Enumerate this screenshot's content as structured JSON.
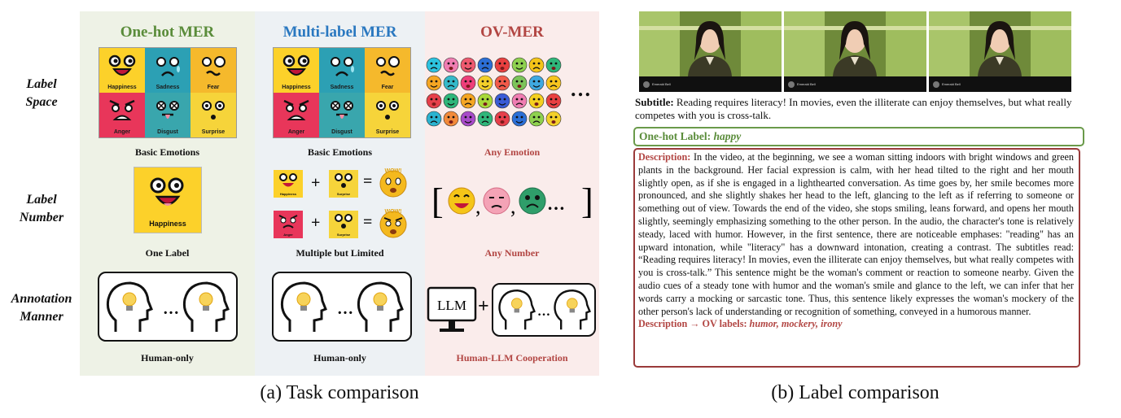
{
  "task_comparison": {
    "columns": [
      {
        "title": "One-hot MER",
        "label_space_caption": "Basic Emotions",
        "label_number_caption": "One Label",
        "annotation_caption": "Human-only"
      },
      {
        "title": "Multi-label MER",
        "label_space_caption": "Basic Emotions",
        "label_number_caption": "Multiple but Limited",
        "annotation_caption": "Human-only"
      },
      {
        "title": "OV-MER",
        "label_space_caption": "Any Emotion",
        "label_number_caption": "Any Number",
        "annotation_caption": "Human-LLM Cooperation"
      }
    ],
    "row_labels": {
      "label_space_1": "Label",
      "label_space_2": "Space",
      "label_number_1": "Label",
      "label_number_2": "Number",
      "annotation_1": "Annotation",
      "annotation_2": "Manner"
    },
    "emotion_tiles": [
      {
        "label": "Happiness",
        "color": "#fcd12a"
      },
      {
        "label": "Sadness",
        "color": "#2ca0b4"
      },
      {
        "label": "Fear",
        "color": "#f5b92c"
      },
      {
        "label": "Anger",
        "color": "#e8365a"
      },
      {
        "label": "Disgust",
        "color": "#39a6ad"
      },
      {
        "label": "Surprise",
        "color": "#f6d43a"
      }
    ],
    "big_tile_label": "Happiness",
    "mini_tiles": {
      "happiness": "Happiness",
      "surprise": "Surprise",
      "anger": "Anger",
      "surprise2": "Surprise"
    },
    "wow_text": "WOW!",
    "ellipsis": "…",
    "plus": "+",
    "equals": "=",
    "llm_label": "LLM",
    "caption": "(a)  Task comparison"
  },
  "label_comparison": {
    "channel_name": "Emerald Bell",
    "subtitle_label": "Subtitle:",
    "subtitle_text": "Reading requires literacy! In movies, even the illiterate can enjoy themselves, but what really competes with you is cross-talk.",
    "onehot_label": "One-hot Label:",
    "onehot_value": "happy",
    "description_label": "Description:",
    "description_text": "In the video, at the beginning, we see a woman sitting indoors with bright windows and green plants in the background. Her facial expression is calm, with her head tilted to the right and her mouth slightly open, as if she is engaged in a lighthearted conversation. As time goes by, her smile becomes more pronounced, and she slightly shakes her head to the left, glancing to the left as if referring to someone or something out of view. Towards the end of the video, she stops smiling, leans forward, and opens her mouth slightly, seemingly emphasizing something to the other person. In the audio, the character's tone is relatively steady, laced with humor. However, in the first sentence, there are noticeable emphases: \"reading\" has an upward intonation, while \"literacy\" has a downward intonation, creating a contrast. The subtitles read: “Reading requires literacy! In movies, even the illiterate can enjoy themselves, but what really competes with you is cross-talk.” This sentence might be the woman's comment or reaction to someone nearby. Given the audio cues of a steady tone with humor and the woman's smile and glance to the left, we can infer that her words carry a mocking or sarcastic tone. Thus, this sentence likely expresses the woman's mockery of the other person's lack of understanding or recognition of something, conveyed in a humorous manner.",
    "ov_label": "Description → OV labels:",
    "ov_value": "humor, mockery, irony",
    "caption": "(b)  Label comparison"
  }
}
